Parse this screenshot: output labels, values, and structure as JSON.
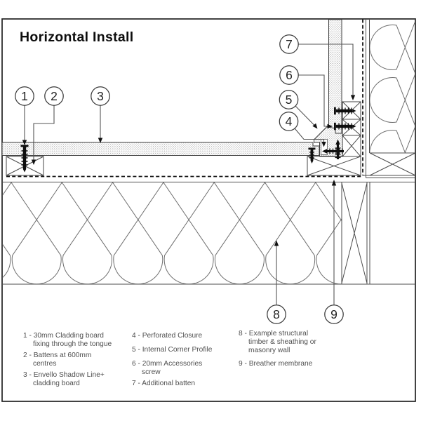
{
  "title": "Horizontal Install",
  "callouts": [
    "1",
    "2",
    "3",
    "4",
    "5",
    "6",
    "7",
    "8",
    "9"
  ],
  "legend": {
    "items": [
      {
        "lines": [
          "1 - 30mm Cladding board",
          "fixing through the tongue"
        ]
      },
      {
        "lines": [
          "2 - Battens at 600mm",
          "centres"
        ]
      },
      {
        "lines": [
          "3 - Envello Shadow Line+",
          "cladding board"
        ]
      },
      {
        "lines": [
          "4 - Perforated Closure"
        ]
      },
      {
        "lines": [
          "5 - Internal Corner Profile"
        ]
      },
      {
        "lines": [
          "6 - 20mm Accessories",
          "screw"
        ]
      },
      {
        "lines": [
          "7 - Additional batten"
        ]
      },
      {
        "lines": [
          "8 - Example structural",
          "timber & sheathing or",
          "masonry wall"
        ]
      },
      {
        "lines": [
          "9 - Breather membrane"
        ]
      }
    ]
  },
  "colors": {
    "background": "#ffffff",
    "line": "#3b3b3b",
    "legend_text": "#4f4f4f",
    "title_text": "#0d0d0d",
    "stipple_dot": "#8d8d8d",
    "fixings": "#0f0f0f"
  }
}
